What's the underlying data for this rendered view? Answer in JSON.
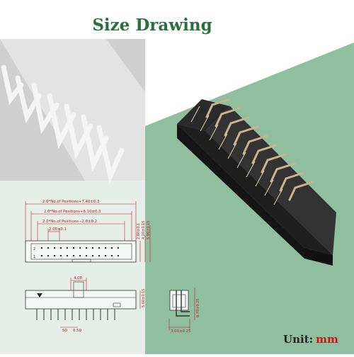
{
  "title": "Size Drawing",
  "unit": {
    "label": "Unit:",
    "value": "mm"
  },
  "top_view": {
    "dim_overall": "2.0*No.of  Positions+7.40±0.3",
    "dim_body": "2.0*No.of  Positions+6.10±0.3",
    "dim_pins": "2.0*No.of  Positions−2.0±0.2",
    "dim_pitch": "2.00±0.1",
    "dim_row": "2.00±0.1",
    "dim_height": "4.20±0.15",
    "dim_depth": "5.90±0.15",
    "row_label_top": "2",
    "row_label_bottom": "1"
  },
  "front_view": {
    "dim_key": "4.00",
    "dim_height": "5.60±0.15",
    "dim_pin": "50",
    "dim_pin_width": "0.50"
  },
  "side_view": {
    "dim_height": "8.70±0.25",
    "dim_length": "3.00±0.25"
  },
  "colors": {
    "title": "#2c6e3f",
    "dimension": "#c0202a",
    "green_panel": "#8fbf9f"
  }
}
